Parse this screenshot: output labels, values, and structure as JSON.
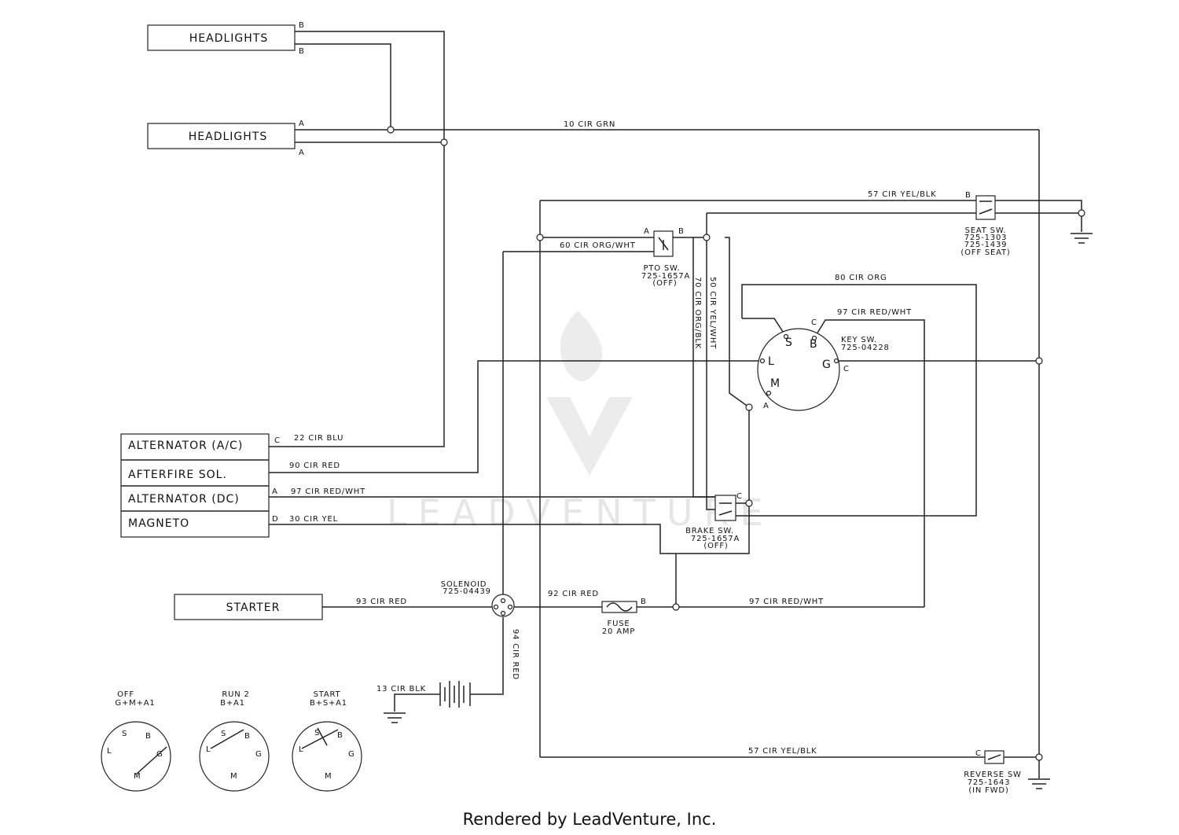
{
  "components": {
    "headlights_1": "HEADLIGHTS",
    "headlights_2": "HEADLIGHTS",
    "alternator_ac": "ALTERNATOR (A/C)",
    "afterfire_sol": "AFTERFIRE SOL.",
    "alternator_dc": "ALTERNATOR (DC)",
    "magneto": "MAGNETO",
    "starter": "STARTER"
  },
  "pins": {
    "h1_top": "B",
    "h1_bottom": "B",
    "h2_top": "A",
    "h2_bottom": "A",
    "alt_ac": "C",
    "alt_dc": "A",
    "magneto": "D",
    "seat_b": "B",
    "pto_a": "A",
    "pto_b": "B",
    "key_c_top": "C",
    "key_c_right": "C",
    "key_a": "A",
    "brake_c": "C",
    "fuse_b": "B",
    "reverse_c": "C"
  },
  "wires": {
    "w10": "10 CIR GRN",
    "w57_top": "57 CIR YEL/BLK",
    "w60": "60 CIR ORG/WHT",
    "w70": "70 CIR ORG/BLK",
    "w50": "50 CIR YEL/WHT",
    "w80": "80 CIR ORG",
    "w97_key": "97 CIR RED/WHT",
    "w22": "22 CIR BLU",
    "w90": "90 CIR RED",
    "w97_alt": "97 CIR RED/WHT",
    "w30": "30 CIR YEL",
    "w93": "93 CIR RED",
    "w92": "92 CIR RED",
    "w97_fuse": "97 CIR RED/WHT",
    "w94": "94 CIR RED",
    "w13": "13 CIR BLK",
    "w57_bottom": "57 CIR YEL/BLK"
  },
  "switches": {
    "seat": [
      "SEAT SW.",
      "725-1303",
      "725-1439",
      "(OFF SEAT)"
    ],
    "pto": [
      "PTO SW.",
      "725-1657A",
      "(OFF)"
    ],
    "key": [
      "KEY SW.",
      "725-04228"
    ],
    "brake": [
      "BRAKE SW.",
      "725-1657A",
      "(OFF)"
    ],
    "solenoid": [
      "SOLENOID",
      "725-04439"
    ],
    "fuse": [
      "FUSE",
      "20 AMP"
    ],
    "reverse": [
      "REVERSE SW",
      "725-1643",
      "(IN FWD)"
    ]
  },
  "key_terminals": {
    "s": "S",
    "b": "B",
    "l": "L",
    "g": "G",
    "m": "M"
  },
  "key_positions": [
    {
      "title": "OFF",
      "combo": "G+M+A1"
    },
    {
      "title": "RUN 2",
      "combo": "B+A1"
    },
    {
      "title": "START",
      "combo": "B+S+A1"
    }
  ],
  "watermark": "LEADVENTURE",
  "credit": "Rendered by LeadVenture, Inc."
}
